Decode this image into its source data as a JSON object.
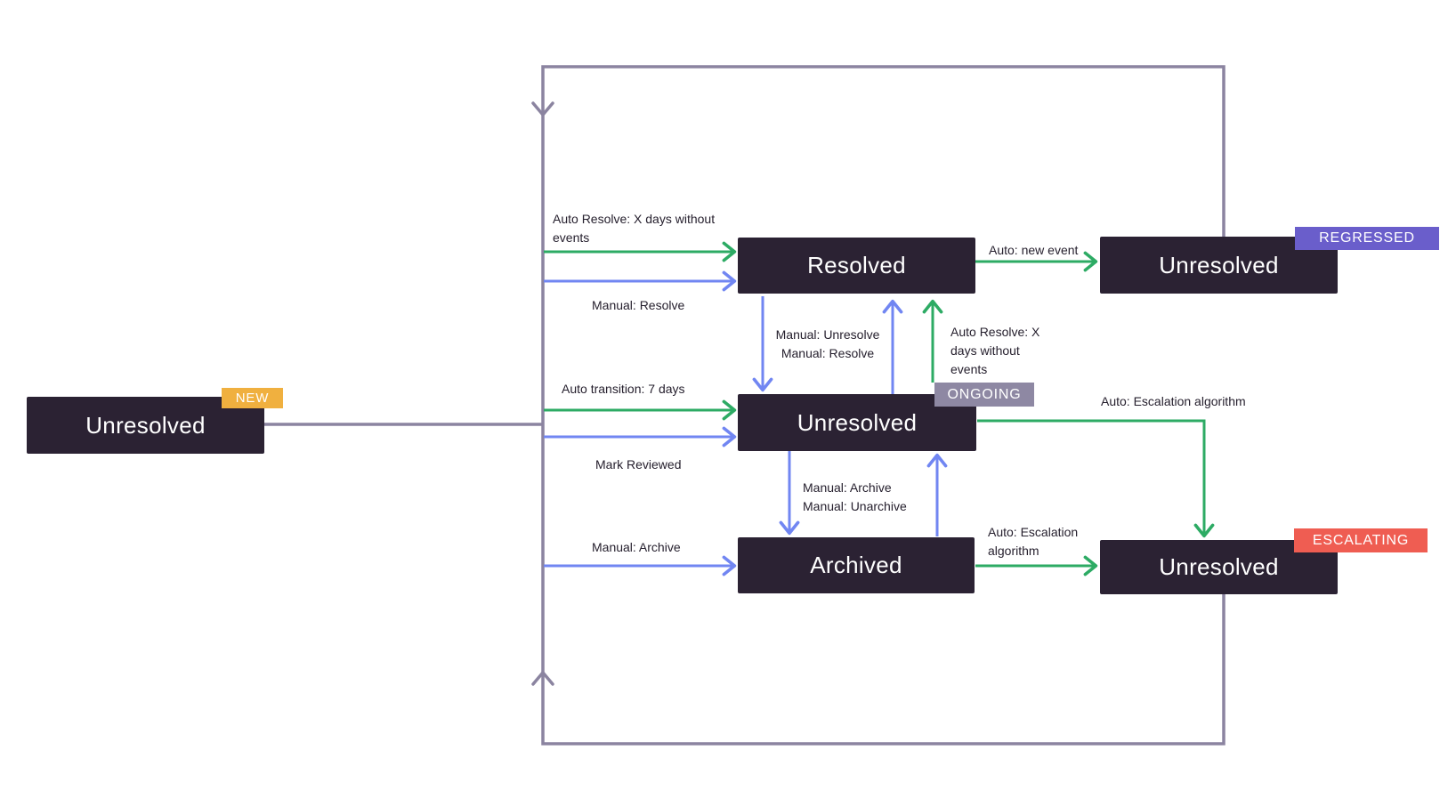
{
  "colors": {
    "canvas-bg": "#ffffff",
    "box-bg": "#2b2233",
    "box-text": "#ffffff",
    "green": "#2dab64",
    "blue": "#7186f2",
    "rail": "#8b84a0",
    "label-text": "#26202e",
    "badge-new": "#f0b03f",
    "badge-regressed": "#6a5ecb",
    "badge-ongoing": "#8e88a3",
    "badge-escalating": "#ef5d52"
  },
  "nodes": {
    "new": {
      "label": "Unresolved",
      "badge": "NEW"
    },
    "resolved": {
      "label": "Resolved"
    },
    "regressed": {
      "label": "Unresolved",
      "badge": "REGRESSED"
    },
    "ongoing": {
      "label": "Unresolved",
      "badge": "ONGOING"
    },
    "archived": {
      "label": "Archived"
    },
    "escalating": {
      "label": "Unresolved",
      "badge": "ESCALATING"
    }
  },
  "edges": {
    "auto_resolve_top": "Auto Resolve: X days without\nevents",
    "manual_resolve_top": "Manual: Resolve",
    "auto_transition": "Auto transition: 7 days",
    "mark_reviewed": "Mark Reviewed",
    "manual_archive_left": "Manual: Archive",
    "manual_unresolve_resolve": "Manual: Unresolve\nManual: Resolve",
    "auto_resolve_right": "Auto Resolve: X\ndays without\nevents",
    "auto_new_event": "Auto: new event",
    "manual_archive_unarchive": "Manual: Archive\nManual: Unarchive",
    "auto_escalation_top": "Auto: Escalation algorithm",
    "auto_escalation_bottom": "Auto: Escalation\nalgorithm"
  }
}
